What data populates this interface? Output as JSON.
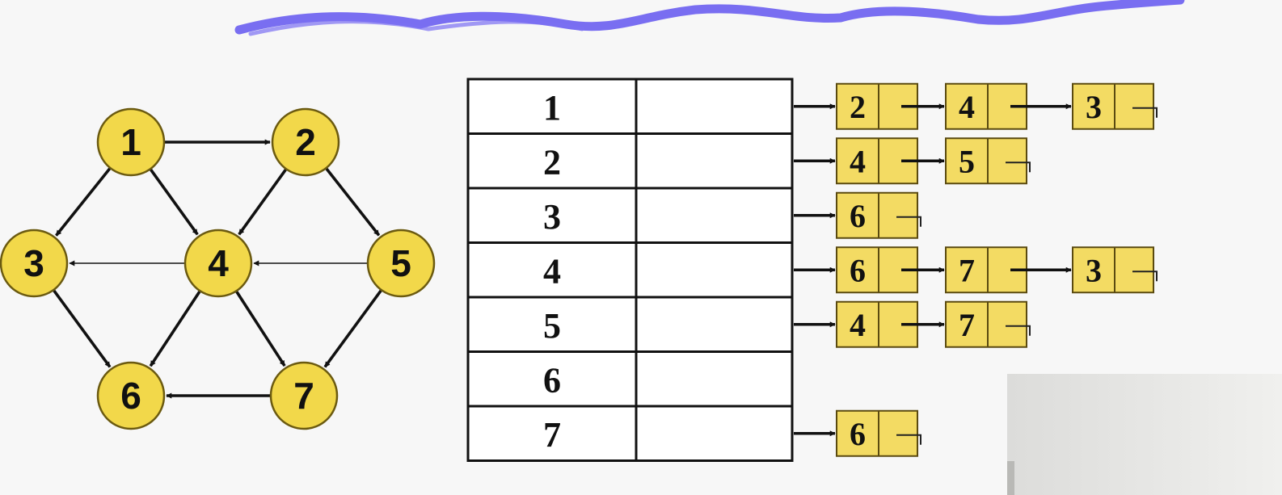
{
  "graph": {
    "nodes": [
      {
        "id": "1",
        "label": "1"
      },
      {
        "id": "2",
        "label": "2"
      },
      {
        "id": "3",
        "label": "3"
      },
      {
        "id": "4",
        "label": "4"
      },
      {
        "id": "5",
        "label": "5"
      },
      {
        "id": "6",
        "label": "6"
      },
      {
        "id": "7",
        "label": "7"
      }
    ],
    "edges": [
      {
        "from": "1",
        "to": "2"
      },
      {
        "from": "1",
        "to": "3"
      },
      {
        "from": "1",
        "to": "4"
      },
      {
        "from": "2",
        "to": "4"
      },
      {
        "from": "2",
        "to": "5"
      },
      {
        "from": "4",
        "to": "3"
      },
      {
        "from": "5",
        "to": "4"
      },
      {
        "from": "3",
        "to": "6"
      },
      {
        "from": "4",
        "to": "6"
      },
      {
        "from": "4",
        "to": "7"
      },
      {
        "from": "5",
        "to": "7"
      },
      {
        "from": "7",
        "to": "6"
      }
    ]
  },
  "adjacency_list": [
    {
      "vertex": "1",
      "neighbors": [
        "2",
        "4",
        "3"
      ]
    },
    {
      "vertex": "2",
      "neighbors": [
        "4",
        "5"
      ]
    },
    {
      "vertex": "3",
      "neighbors": [
        "6"
      ]
    },
    {
      "vertex": "4",
      "neighbors": [
        "6",
        "7",
        "3"
      ]
    },
    {
      "vertex": "5",
      "neighbors": [
        "4",
        "7"
      ]
    },
    {
      "vertex": "6",
      "neighbors": []
    },
    {
      "vertex": "7",
      "neighbors": [
        "6"
      ]
    }
  ],
  "colors": {
    "node_fill": "#f2d84a",
    "node_stroke": "#6b5a10",
    "list_node_fill": "#f3db63",
    "list_node_stroke": "#5a4a10",
    "line": "#111111",
    "scribble": "#6a5ef0"
  }
}
